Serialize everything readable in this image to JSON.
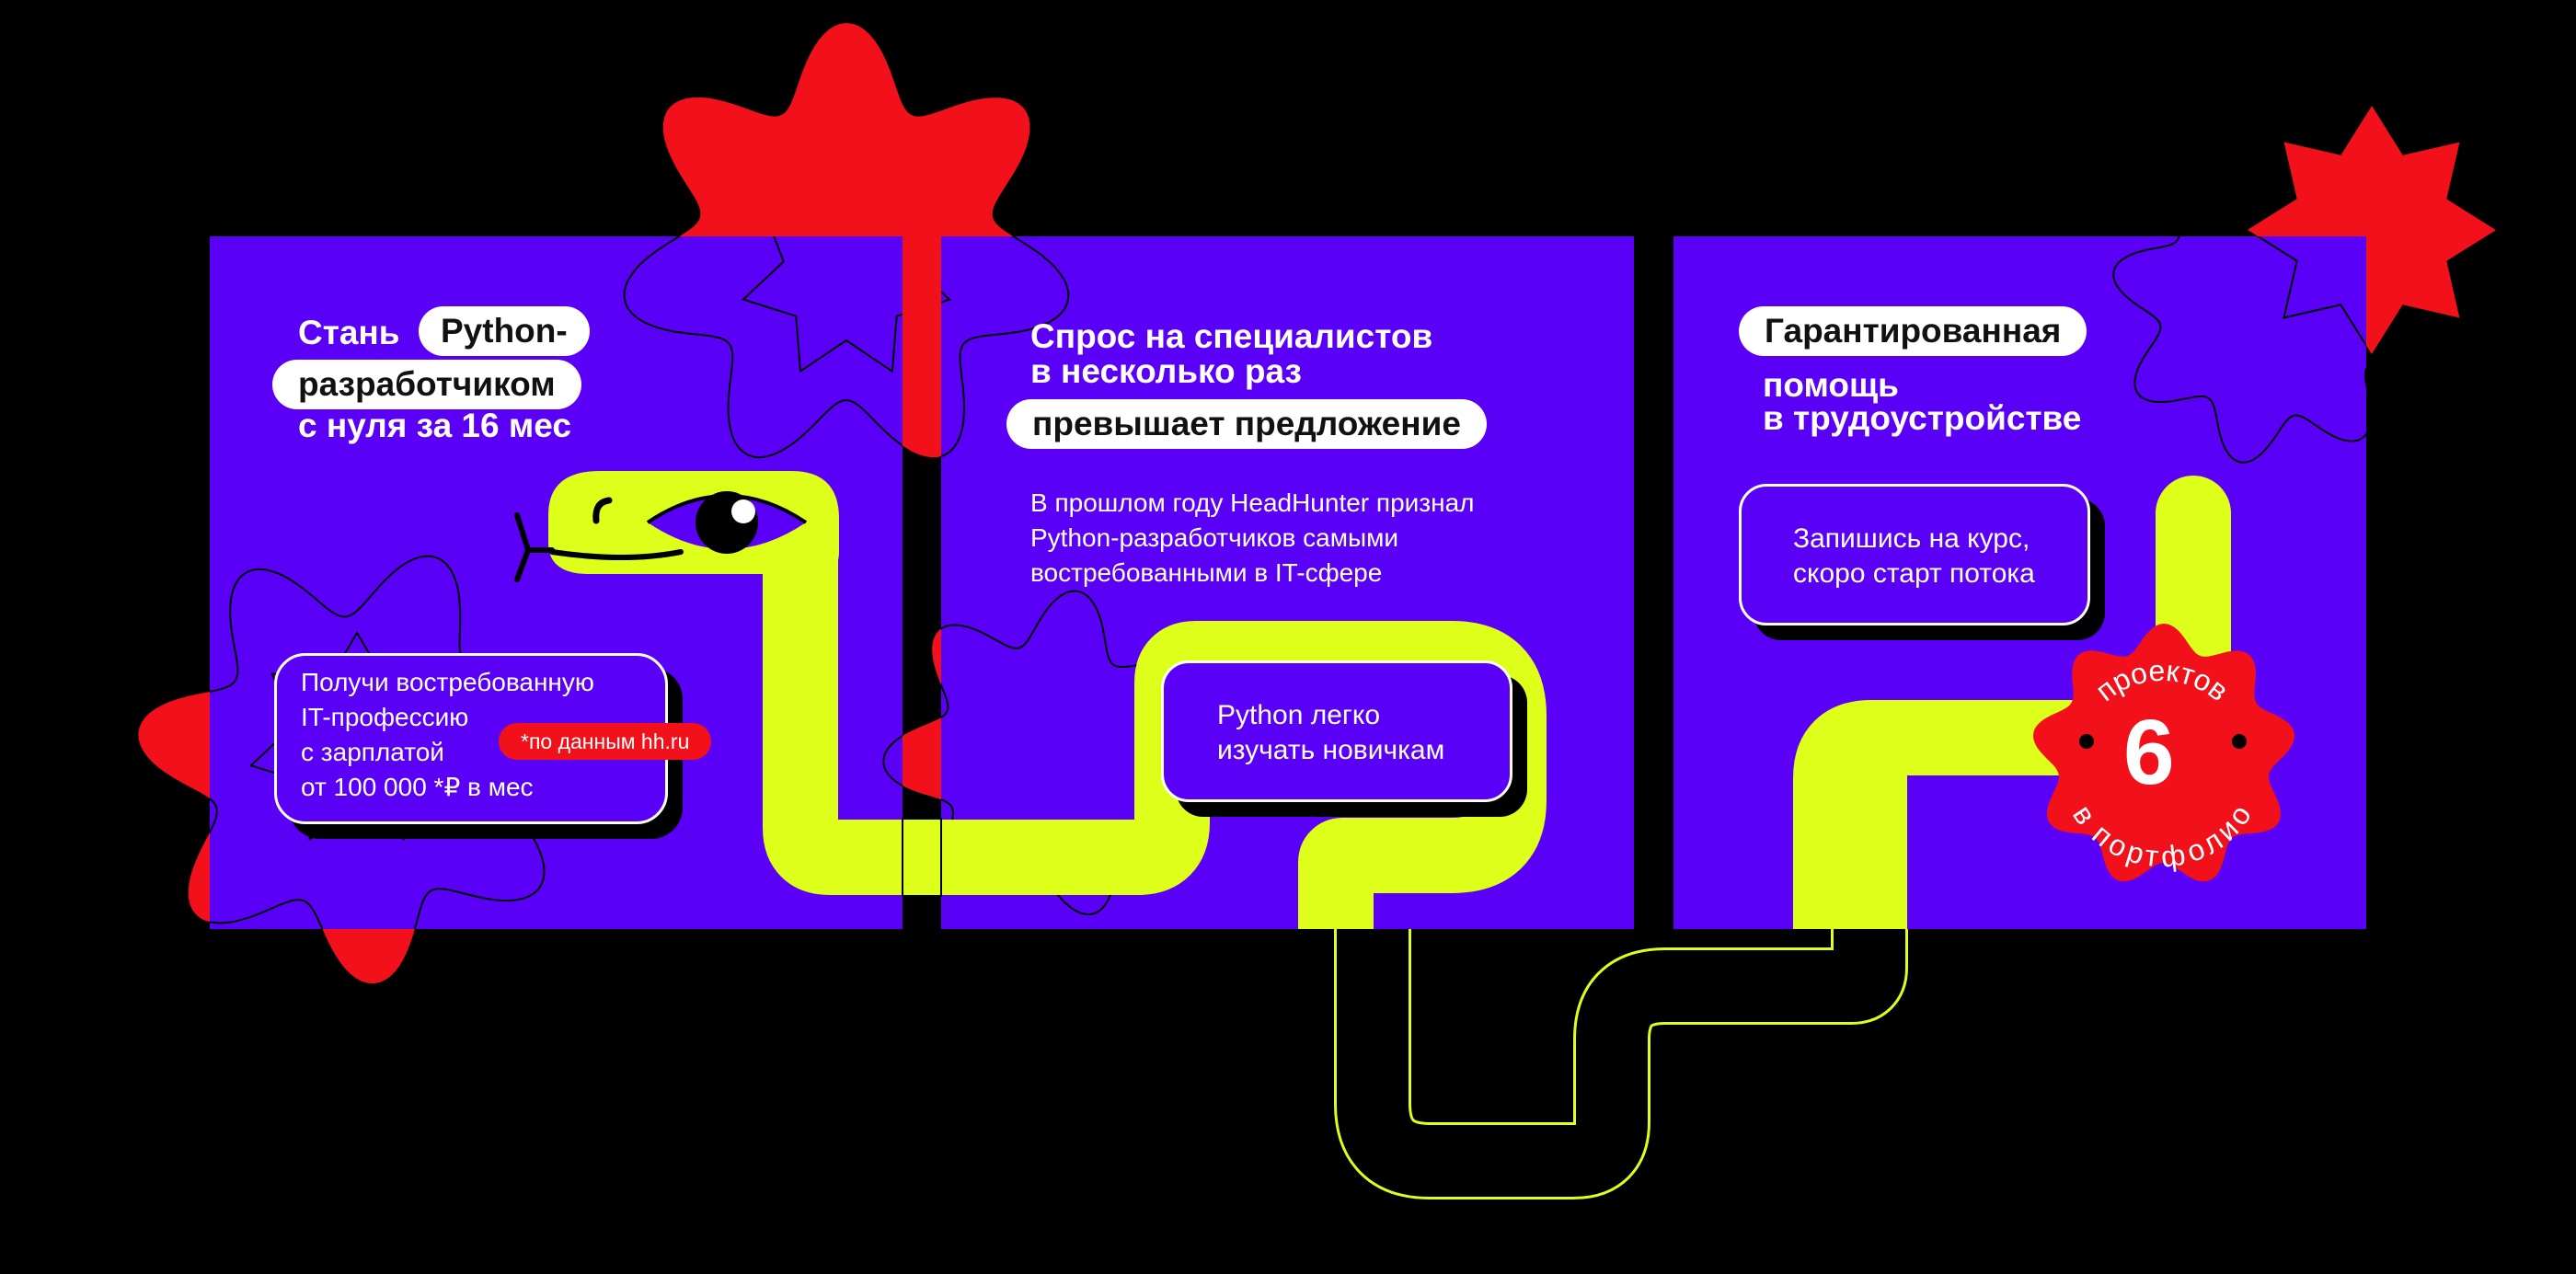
{
  "colors": {
    "background": "#000000",
    "panel": "#5a00f6",
    "snake": "#ddff1a",
    "accent_red": "#f2101a",
    "outline": "#000000",
    "text_light": "#ffffff",
    "text_dark": "#111111"
  },
  "panel1": {
    "title_line1": "Стань",
    "title_pill1": "Python-",
    "title_pill2": "разработчиком",
    "title_line3": "с нуля за 16 мес",
    "card_lines": [
      "Получи востребованную",
      "IT-профессию",
      "с зарплатой",
      "от 100 000 *₽ в мес"
    ],
    "badge": "*по данным hh.ru"
  },
  "panel2": {
    "title_line1": "Спрос на специалистов",
    "title_line2": "в несколько раз",
    "title_pill": "превышает предложение",
    "paragraph": [
      "В прошлом году HeadHunter признал",
      "Python-разработчиков самыми",
      "востребованными в IT-сфере"
    ],
    "card_lines": [
      "Python легко",
      "изучать новичкам"
    ]
  },
  "panel3": {
    "title_pill": "Гарантированная",
    "title_line2": "помощь",
    "title_line3": "в трудоустройстве",
    "card_lines": [
      "Запишись на курс,",
      "скоро старт потока"
    ],
    "seal": {
      "number": "6",
      "word_top": "проектов",
      "word_bottom": "в портфолио"
    }
  },
  "icons": [
    "snake-mascot",
    "flower-burst-shape",
    "star-burst-shape",
    "seal-badge-icon"
  ]
}
